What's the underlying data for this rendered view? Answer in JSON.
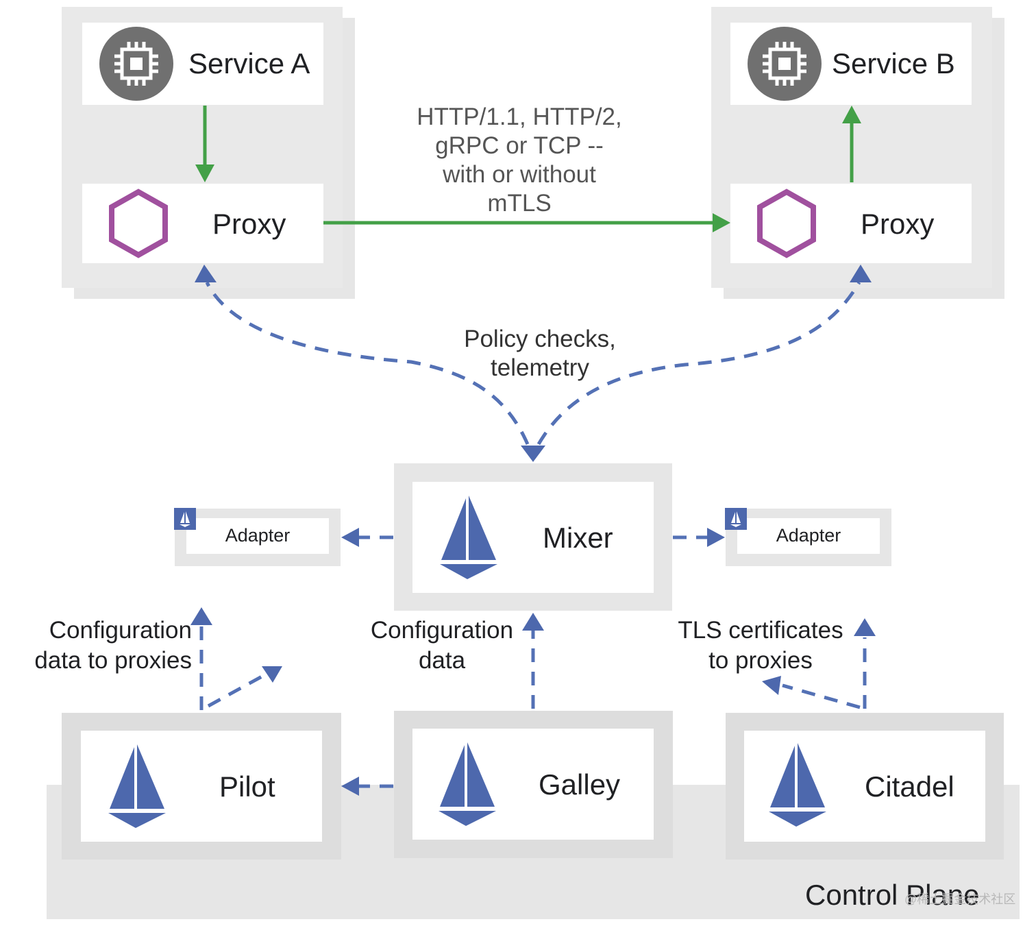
{
  "services": {
    "a": {
      "name": "Service A",
      "proxy": "Proxy",
      "icon": "chip-icon"
    },
    "b": {
      "name": "Service B",
      "proxy": "Proxy",
      "icon": "chip-icon"
    }
  },
  "traffic_label": [
    "HTTP/1.1, HTTP/2,",
    "gRPC or TCP --",
    "with or without",
    "mTLS"
  ],
  "policy_label": [
    "Policy checks,",
    "telemetry"
  ],
  "mixer": {
    "name": "Mixer",
    "icon": "sailboat-icon"
  },
  "adapters": [
    {
      "name": "Adapter"
    },
    {
      "name": "Adapter"
    }
  ],
  "components": [
    {
      "name": "Pilot",
      "icon": "sailboat-icon"
    },
    {
      "name": "Galley",
      "icon": "sailboat-icon"
    },
    {
      "name": "Citadel",
      "icon": "sailboat-icon"
    }
  ],
  "annotations": {
    "pilot": [
      "Configuration",
      "data to proxies"
    ],
    "galley": [
      "Configuration",
      "data"
    ],
    "citadel": [
      "TLS certificates",
      "to proxies"
    ]
  },
  "control_plane_label": "Control Plane",
  "watermark": "@稀土掘金技术社区",
  "colors": {
    "green_arrow": "#43a047",
    "blue_arrow": "#5471b5",
    "sail": "#4d68ad",
    "hexagon": "#a0509e",
    "chip_bg": "#707070",
    "panel": "#e6e6e6"
  }
}
